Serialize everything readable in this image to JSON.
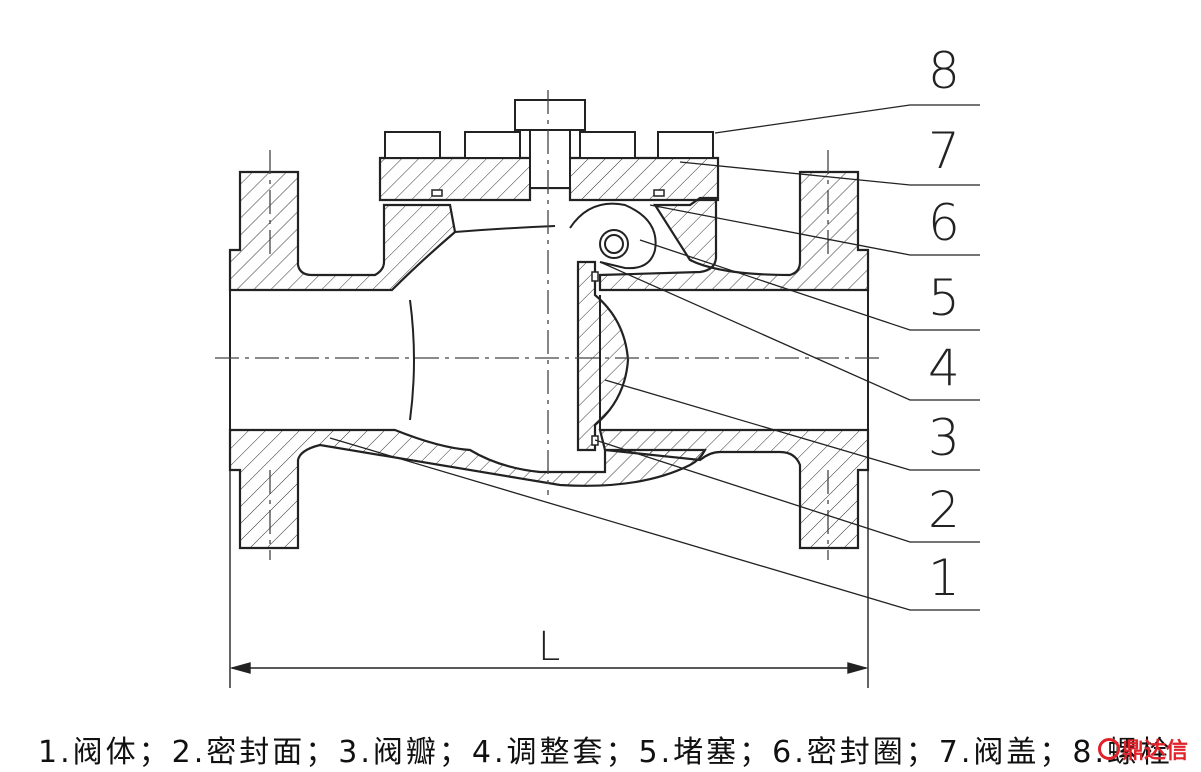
{
  "diagram": {
    "part_numbers": [
      "8",
      "7",
      "6",
      "5",
      "4",
      "3",
      "2",
      "1"
    ],
    "dimension_label": "L"
  },
  "caption": "1.阀体；2.密封面；3.阀瓣；4.调整套；5.堵塞；6.密封圈；7.阀盖；8.螺栓",
  "watermark": {
    "text": "鼎达信",
    "color": "#e0222a"
  }
}
